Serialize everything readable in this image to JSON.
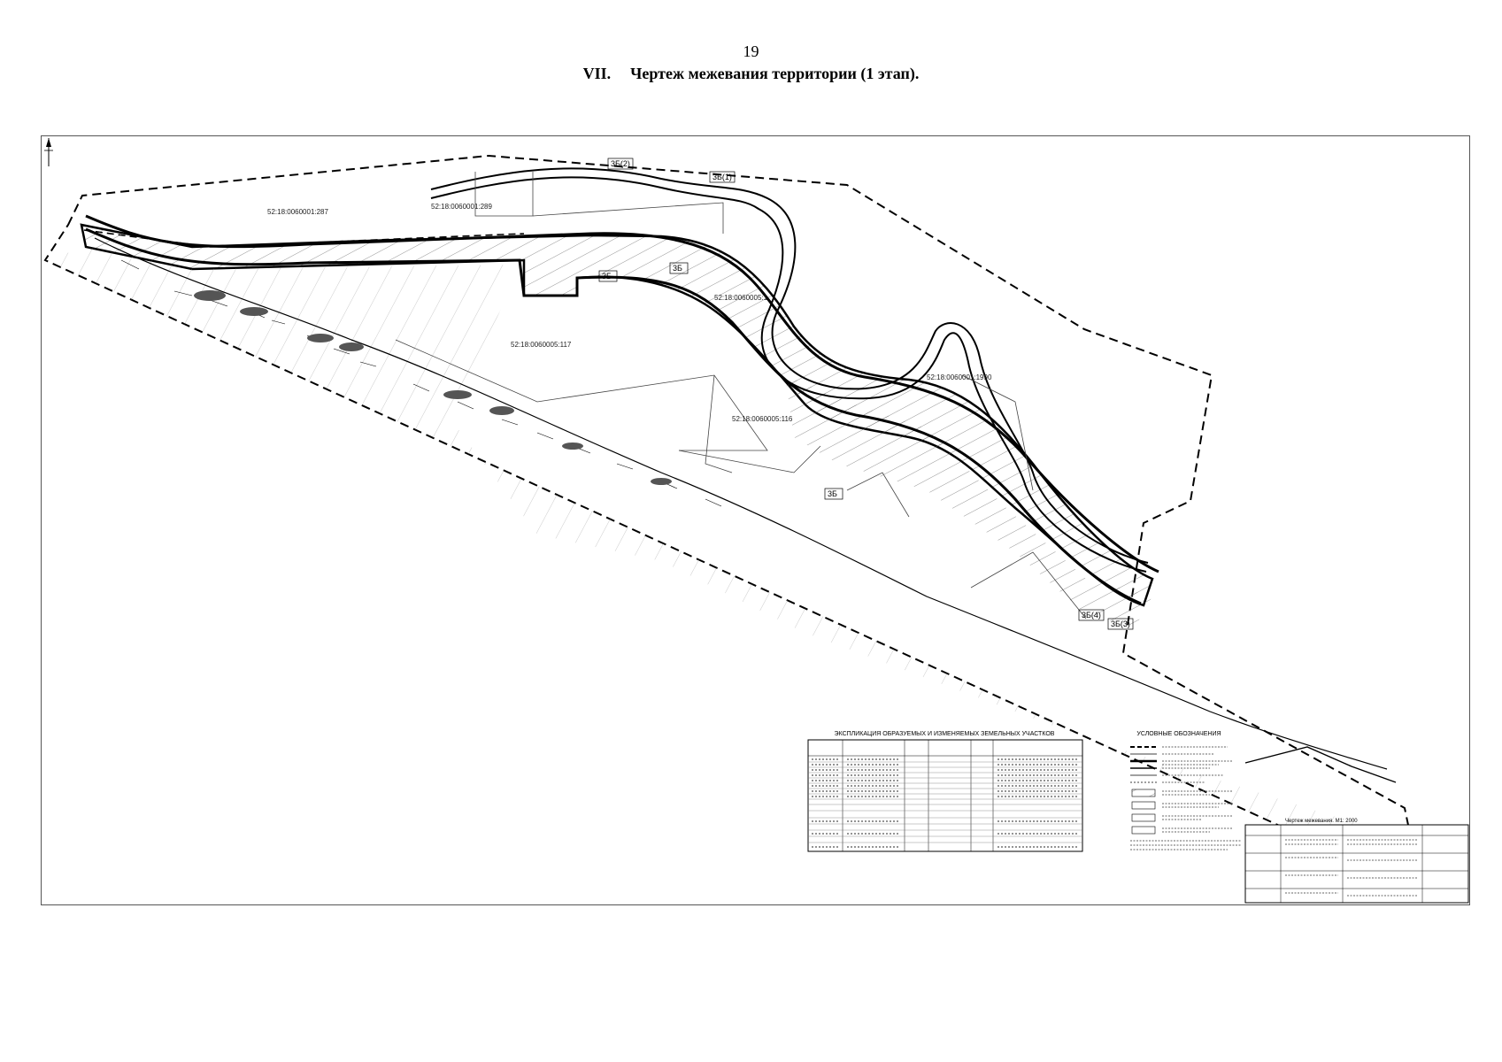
{
  "page": {
    "number": "19",
    "title_number": "VII.",
    "title_text": "Чертеж межевания территории (1 этап)."
  },
  "drawing": {
    "parcel_labels": [
      "52:18:0060005:117",
      "52:18:0060005:116",
      "52:18:0060005:1",
      "52:18:0060001:287",
      "52:18:0060001:1990",
      "52:18:0060001:289"
    ],
    "zone_tags": [
      "3Б(2)",
      "3Б(1)",
      "3Б",
      "3Б",
      "3Б",
      "3Б(4)",
      "3Б(3)"
    ],
    "legend_title": "УСЛОВНЫЕ ОБОЗНАЧЕНИЯ",
    "table_title": "ЭКСПЛИКАЦИЯ ОБРАЗУЕМЫХ И ИЗМЕНЯЕМЫХ ЗЕМЕЛЬНЫХ УЧАСТКОВ",
    "stamp_label": "Чертеж межевания. М1: 2000"
  }
}
